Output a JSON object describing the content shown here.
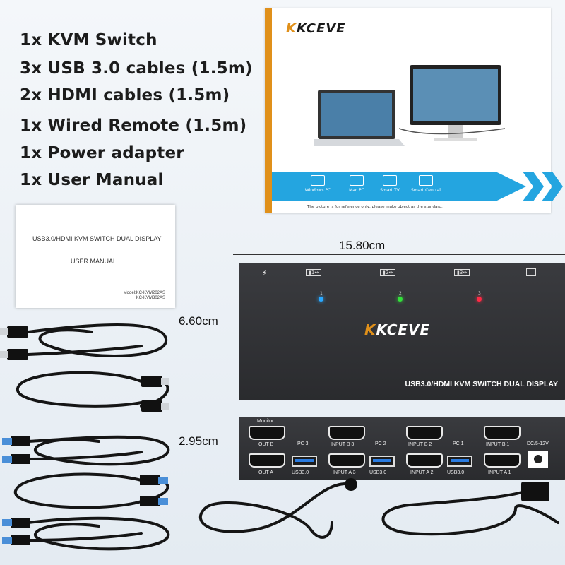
{
  "contents_list": [
    "1x  KVM Switch",
    "3x  USB 3.0 cables (1.5m)",
    "2x  HDMI cables (1.5m)",
    "1x  Wired Remote (1.5m)",
    "1x  Power adapter",
    "1x User Manual"
  ],
  "box": {
    "brand": "KCEVE",
    "devices": [
      "Windows PC",
      "Mac PC",
      "Smart TV",
      "Smart Central"
    ],
    "note": "The picture is for reference only, please make object as the standard.",
    "accent": "#e0901a",
    "band_color": "#24a5e0"
  },
  "manual": {
    "title": "USB3.0/HDMI KVM SWITCH DUAL DISPLAY",
    "subtitle": "USER MANUAL",
    "model_line1": "Model:KC-KVM202AS",
    "model_line2": "KC-KVM302AS"
  },
  "dimensions": {
    "width": "15.80cm",
    "height": "6.60cm",
    "depth": "2.95cm"
  },
  "front_panel": {
    "brand": "KCEVE",
    "label": "USB3.0/HDMI KVM SWITCH DUAL DISPLAY",
    "leds": [
      {
        "num": "1",
        "color": "#2aa8ff"
      },
      {
        "num": "2",
        "color": "#33e03a"
      },
      {
        "num": "3",
        "color": "#ff2a45"
      }
    ],
    "buttons": [
      "1",
      "2",
      "3"
    ]
  },
  "back_panel": {
    "monitor": "Monitor",
    "out_b": "OUT B",
    "out_a": "OUT A",
    "groups": [
      {
        "pc": "PC 3",
        "usb": "USB3.0",
        "in_b": "INPUT B 3",
        "in_a": "INPUT A 3"
      },
      {
        "pc": "PC 2",
        "usb": "USB3.0",
        "in_b": "INPUT B 2",
        "in_a": "INPUT A 2"
      },
      {
        "pc": "PC 1",
        "usb": "USB3.0",
        "in_b": "INPUT B 1",
        "in_a": "INPUT A 1"
      }
    ],
    "power": "DC/5-12V"
  }
}
